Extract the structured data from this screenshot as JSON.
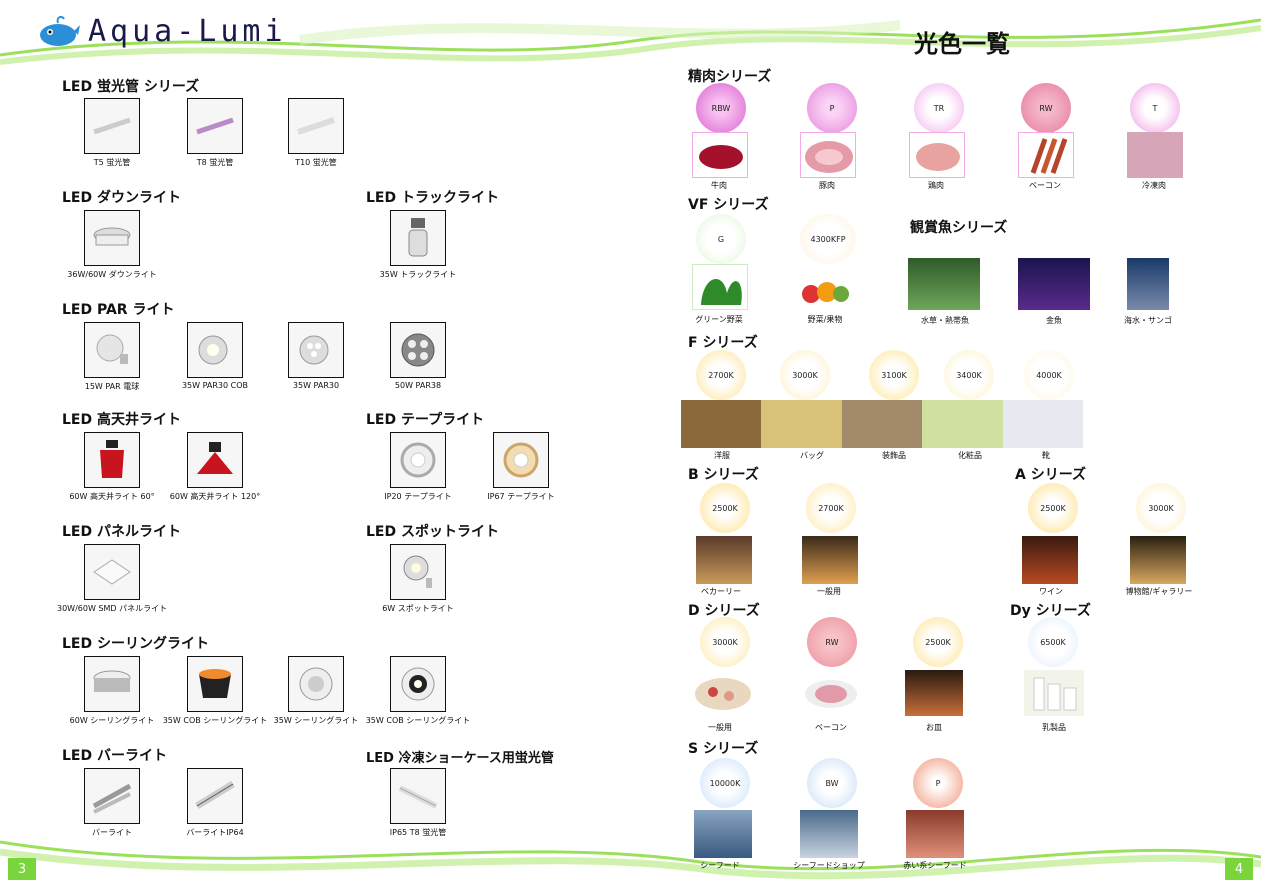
{
  "header": {
    "logo_text": "Aqua-Lumi",
    "title": "光色一覧"
  },
  "left": {
    "sections": [
      {
        "title": "LED 蛍光管 シリーズ",
        "items": [
          "T5 蛍光管",
          "T8 蛍光管",
          "T10 蛍光管"
        ]
      },
      {
        "title": "LED ダウンライト",
        "items": [
          "36W/60W ダウンライト"
        ]
      },
      {
        "title": "LED トラックライト",
        "items": [
          "35W トラックライト"
        ]
      },
      {
        "title": "LED PAR ライト",
        "items": [
          "15W PAR 電球",
          "35W PAR30 COB",
          "35W PAR30",
          "50W PAR38"
        ]
      },
      {
        "title": "LED 高天井ライト",
        "items": [
          "60W 高天井ライト 60°",
          "60W 高天井ライト 120°"
        ]
      },
      {
        "title": "LED テープライト",
        "items": [
          "IP20 テープライト",
          "IP67 テープライト"
        ]
      },
      {
        "title": "LED パネルライト",
        "items": [
          "30W/60W SMD パネルライト"
        ]
      },
      {
        "title": "LED スポットライト",
        "items": [
          "6W スポットライト"
        ]
      },
      {
        "title": "LED シーリングライト",
        "items": [
          "60W シーリングライト",
          "35W COB シーリングライト",
          "35W シーリングライト",
          "35W COB シーリングライト"
        ]
      },
      {
        "title": "LED バーライト",
        "items": [
          "バーライト",
          "バーライトIP64"
        ]
      },
      {
        "title": "LED 冷凍ショーケース用蛍光管",
        "items": [
          "IP65 T8 蛍光管"
        ]
      }
    ]
  },
  "right": {
    "meat": {
      "title": "精肉シリーズ",
      "orbs": [
        "RBW",
        "P",
        "TR",
        "RW",
        "T"
      ],
      "labels": [
        "牛肉",
        "豚肉",
        "鶏肉",
        "ベーコン",
        "冷凍肉"
      ]
    },
    "vf": {
      "title": "VF シリーズ",
      "orbs": [
        "G",
        "4300KFP"
      ],
      "labels": [
        "グリーン野菜",
        "野菜/果物"
      ]
    },
    "fish": {
      "title": "観賞魚シリーズ",
      "labels": [
        "水草・熱帯魚",
        "金魚",
        "海水・サンゴ"
      ]
    },
    "f": {
      "title": "F シリーズ",
      "orbs": [
        "2700K",
        "3000K",
        "3100K",
        "3400K",
        "4000K"
      ],
      "labels": [
        "洋服",
        "バッグ",
        "装飾品",
        "化粧品",
        "靴"
      ]
    },
    "b": {
      "title": "B シリーズ",
      "orbs": [
        "2500K",
        "2700K"
      ],
      "labels": [
        "ベカーリー",
        "一般用"
      ]
    },
    "a": {
      "title": "A シリーズ",
      "orbs": [
        "2500K",
        "3000K"
      ],
      "labels": [
        "ワイン",
        "博物館/ギャラリー"
      ]
    },
    "d": {
      "title": "D シリーズ",
      "orbs": [
        "3000K",
        "RW",
        "2500K"
      ],
      "labels": [
        "一般用",
        "ベーコン",
        "お皿"
      ]
    },
    "dy": {
      "title": "Dy シリーズ",
      "orbs": [
        "6500K"
      ],
      "labels": [
        "乳製品"
      ]
    },
    "s": {
      "title": "S シリーズ",
      "orbs": [
        "10000K",
        "BW",
        "P"
      ],
      "labels": [
        "シーフード",
        "シーフードショップ",
        "赤い系シーフード"
      ]
    }
  },
  "footer": {
    "page_left": "3",
    "page_right": "4"
  }
}
